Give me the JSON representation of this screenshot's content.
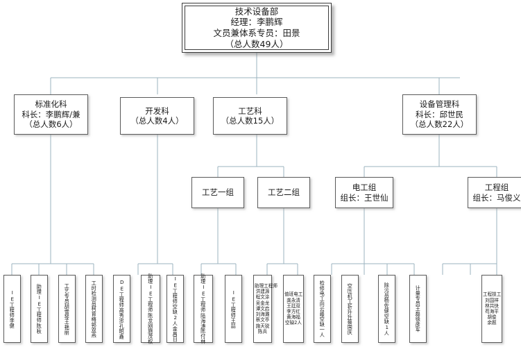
{
  "meta": {
    "title": "技术设备部组织架构图",
    "box_border_color": "#5a5a5a",
    "connector_color": "#9bb3bf",
    "background": "#ffffff"
  },
  "root": {
    "name": "root-department",
    "lines": [
      "技术设备部",
      "经理：李鹏辉",
      "文员兼体系专员：田景",
      "（总人数49人）"
    ]
  },
  "departments": [
    {
      "name": "dept-standardization",
      "lines": [
        "标准化科",
        "科长：李鹏辉/兼",
        "（总人数6人）"
      ]
    },
    {
      "name": "dept-development",
      "lines": [
        "开发科",
        "（总人数4人）"
      ]
    },
    {
      "name": "dept-process",
      "lines": [
        "工艺科",
        "（总人数15人）"
      ]
    },
    {
      "name": "dept-equipment",
      "lines": [
        "设备管理科",
        "科长：邱世民",
        "（总人数22人）"
      ]
    }
  ],
  "groups": [
    {
      "name": "group-process-one",
      "lines": [
        "工艺一组"
      ]
    },
    {
      "name": "group-process-two",
      "lines": [
        "工艺二组"
      ]
    },
    {
      "name": "group-electrician",
      "lines": [
        "电工组",
        "组长：王世仙"
      ]
    },
    {
      "name": "group-engineering",
      "lines": [
        "工程组",
        "组长：马俊义"
      ]
    }
  ],
  "leaves": [
    {
      "name": "leaf-ie-engineer-lijian",
      "lines": [
        "IE工程师",
        "李健"
      ]
    },
    {
      "name": "leaf-assistant-ie-chenqiu",
      "lines": [
        "助理IE工程师",
        "陈秋"
      ]
    },
    {
      "name": "leaf-process-specialist",
      "lines": [
        "工艺专员",
        "胡雪琴",
        "王艳丽"
      ]
    },
    {
      "name": "leaf-manhour-inspector",
      "lines": [
        "工时检测员",
        "柯育梅",
        "郭双燕"
      ]
    },
    {
      "name": "leaf-de-engineer",
      "lines": [
        "DE工程师",
        "高秀忠",
        "孔昭鑫"
      ]
    },
    {
      "name": "leaf-assistant-ie-group",
      "lines": [
        "助理IE工程师",
        "陈龙刚",
        "施茂权"
      ]
    },
    {
      "name": "leaf-ie-engineer-jinchangri",
      "lines": [
        "IE工程师",
        "空缺2人",
        "金昌日"
      ]
    },
    {
      "name": "leaf-assistant-ie-chenfulin",
      "lines": [
        "助理IE工程师",
        "陆海涛",
        "陈付林"
      ]
    },
    {
      "name": "leaf-ie-engineer-wangjing",
      "lines": [
        "IE工程师",
        "王喆"
      ]
    },
    {
      "name": "leaf-assistant-engineers",
      "lines": [
        "助理工程师",
        "洪建源",
        "程文涂",
        "吴金龙",
        "谭文启",
        "刘海灘",
        "蔡文亭",
        "施天锐",
        "陈兵"
      ]
    },
    {
      "name": "leaf-duty-electrician",
      "lines": [
        "值班电工",
        "龚永清",
        "王廷双",
        "李方红",
        "黄海福",
        "空缺2人"
      ]
    },
    {
      "name": "leaf-repair-electrician",
      "lines": [
        "检修电工",
        "向云峰",
        "空缺一人"
      ]
    },
    {
      "name": "leaf-air-compressor-operator",
      "lines": [
        "空压机工",
        "折升升",
        "蔡国庆"
      ]
    },
    {
      "name": "leaf-sewage-cleaner",
      "lines": [
        "除污员",
        "杨佐健",
        "空缺1人"
      ]
    },
    {
      "name": "leaf-metrology-specialist",
      "lines": [
        "计量专员",
        "王磊",
        "徐彦军"
      ]
    },
    {
      "name": "leaf-engineering-technician",
      "lines": [
        "工程技工",
        "刘国祥",
        "林共快",
        "苟海平",
        "胡俊",
        "余题"
      ]
    }
  ]
}
